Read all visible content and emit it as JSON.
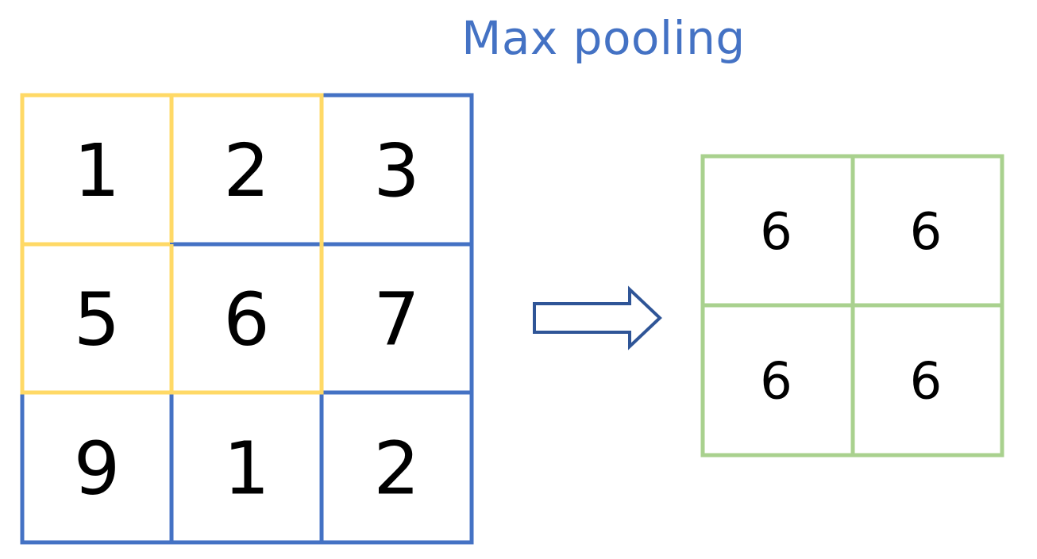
{
  "title": "Max pooling",
  "input_grid": [
    [
      "1",
      "2",
      "3"
    ],
    [
      "5",
      "6",
      "7"
    ],
    [
      "9",
      "1",
      "2"
    ]
  ],
  "output_grid": [
    [
      "6",
      "6"
    ],
    [
      "6",
      "6"
    ]
  ],
  "pool_window_cells": [
    [
      0,
      0
    ],
    [
      0,
      1
    ],
    [
      1,
      0
    ],
    [
      1,
      1
    ]
  ],
  "colors": {
    "title": "#4472c4",
    "input_grid_line": "#4472c4",
    "pool_window": "#ffd966",
    "output_grid_line": "#a9d18e",
    "arrow": "#2f5597",
    "numbers": "#000000"
  },
  "icons": {
    "arrow": "right-arrow-icon"
  }
}
